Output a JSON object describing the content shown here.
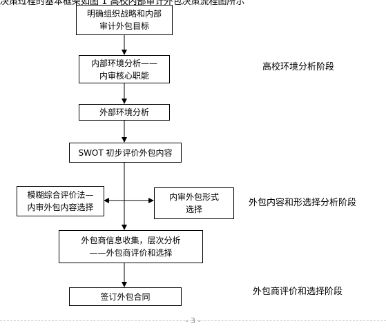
{
  "header_fragment": "决策过程的基本框架如图 1 高校内部审计外包决策流程图所示",
  "boxes": {
    "b1": [
      "明确组织战略和内部",
      "审计外包目标"
    ],
    "b2": [
      "内部环境分析——",
      "内审核心职能"
    ],
    "b3": [
      "外部环境分析"
    ],
    "b4": [
      "SWOT 初步评价外包内容"
    ],
    "b5": [
      "模糊综合评价法—",
      "内审外包内容选择"
    ],
    "b6": [
      "内审外包形式",
      "选择"
    ],
    "b7": [
      "外包商信息收集，层次分析",
      "——外包商评价和选择"
    ],
    "b8": [
      "签订外包合同"
    ]
  },
  "stages": {
    "s1": "高校环境分析阶段",
    "s2": "外包内容和形选择分析阶段",
    "s3": "外包商评价和选择阶段"
  },
  "footer": "- 3 -"
}
